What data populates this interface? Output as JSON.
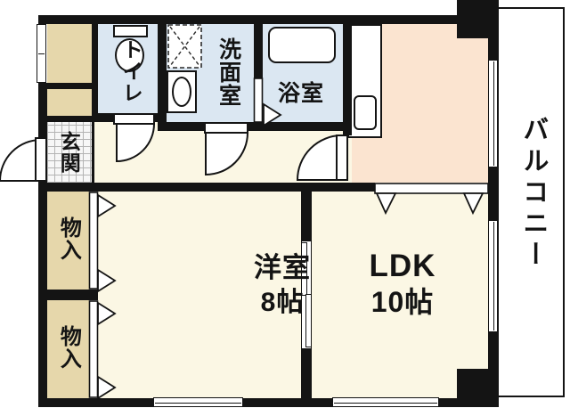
{
  "plan": {
    "rooms": {
      "entrance": {
        "label": "玄関"
      },
      "toilet": {
        "label": "トイレ"
      },
      "washroom": {
        "label": "洗面室"
      },
      "bathroom": {
        "label": "浴室"
      },
      "storage_top": {
        "label": "物入"
      },
      "storage_bottom": {
        "label": "物入"
      },
      "western_room": {
        "name": "洋室",
        "size": "8帖"
      },
      "ldk": {
        "name": "LDK",
        "size": "10帖"
      },
      "balcony": {
        "label": "バルコニー"
      }
    },
    "colors": {
      "wall": "#141414",
      "wet_room": "#dbe7f2",
      "closet": "#e6d7ab",
      "flooring": "#fbf7e4",
      "kitchen": "#fbe4d0",
      "background": "#ffffff"
    }
  }
}
